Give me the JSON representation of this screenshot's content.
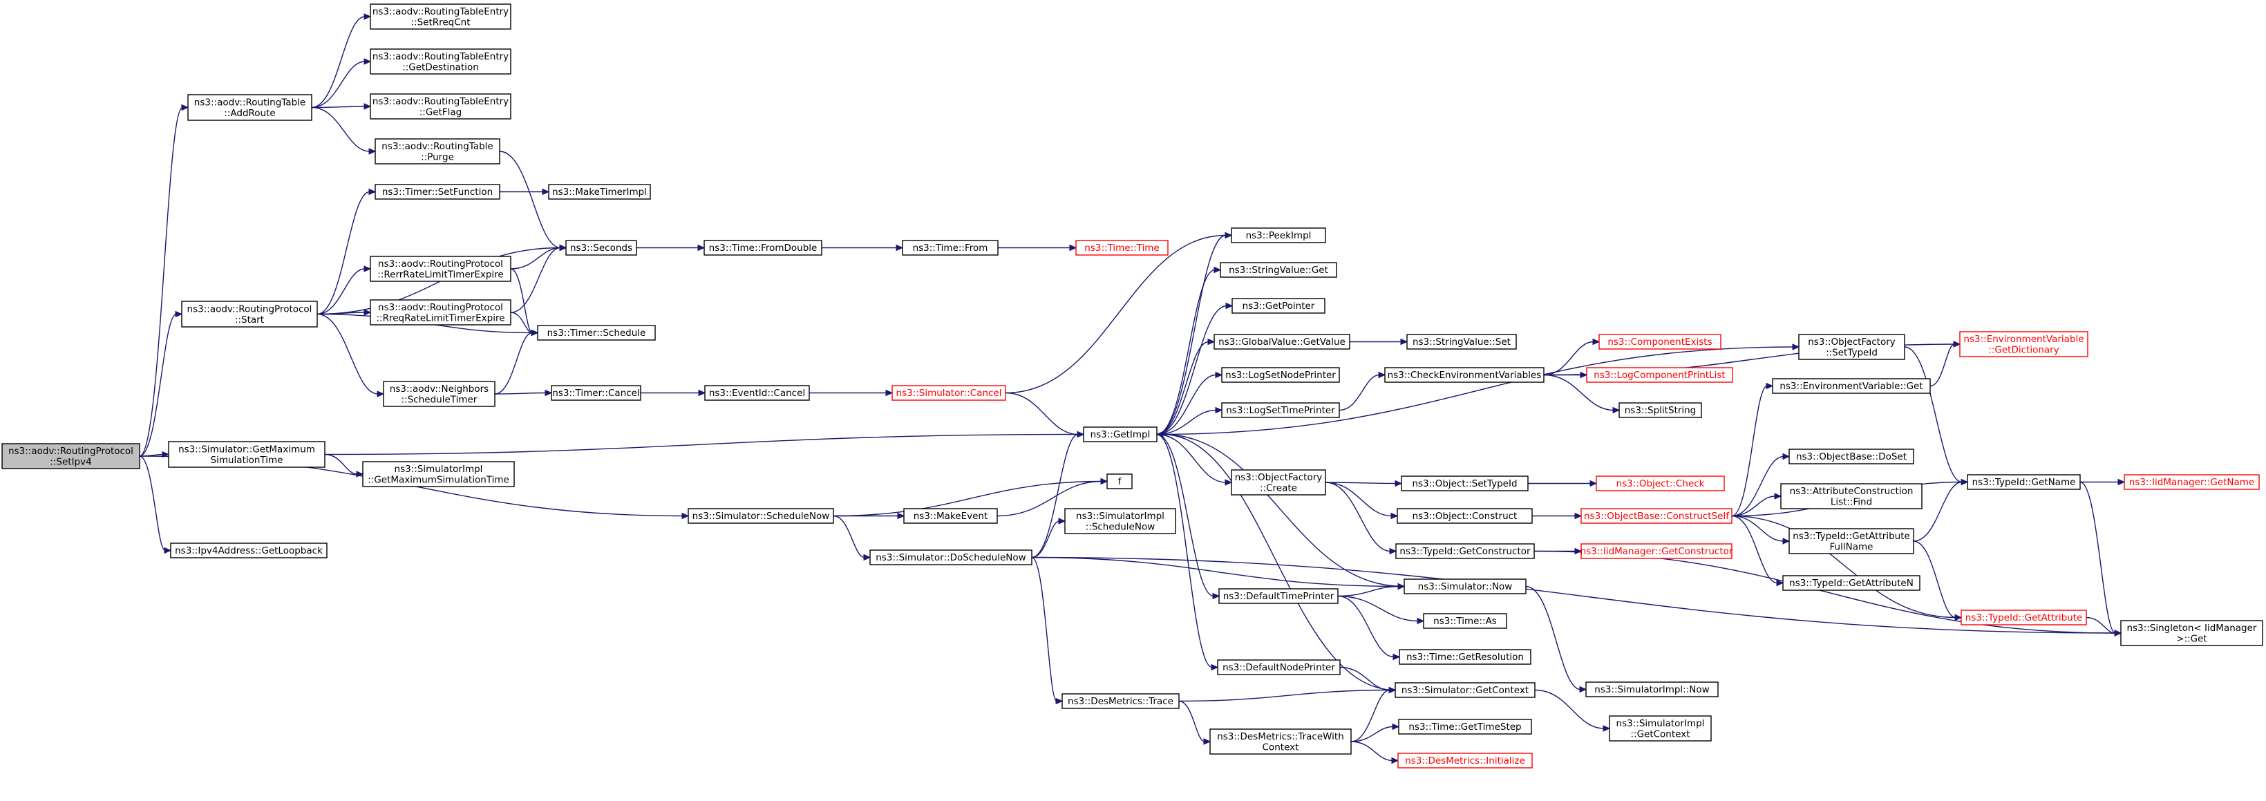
{
  "colors": {
    "edge": "#191970",
    "node_border": "#000000",
    "node_border_unresolved": "#ff0000",
    "root_fill": "#bfbfbf",
    "node_fill": "#ffffff"
  },
  "nodes": [
    {
      "id": "setipv4",
      "lines": [
        "ns3::aodv::RoutingProtocol",
        "::SetIpv4"
      ],
      "root": true
    },
    {
      "id": "addroute",
      "lines": [
        "ns3::aodv::RoutingTable",
        "::AddRoute"
      ]
    },
    {
      "id": "start",
      "lines": [
        "ns3::aodv::RoutingProtocol",
        "::Start"
      ]
    },
    {
      "id": "getmaxsim",
      "lines": [
        "ns3::Simulator::GetMaximum",
        "SimulationTime"
      ]
    },
    {
      "id": "schedulenow",
      "lines": [
        "ns3::Simulator::ScheduleNow"
      ]
    },
    {
      "id": "getloopback",
      "lines": [
        "ns3::Ipv4Address::GetLoopback"
      ]
    },
    {
      "id": "setreqcnt",
      "lines": [
        "ns3::aodv::RoutingTableEntry",
        "::SetRreqCnt"
      ]
    },
    {
      "id": "getdest",
      "lines": [
        "ns3::aodv::RoutingTableEntry",
        "::GetDestination"
      ]
    },
    {
      "id": "getflag",
      "lines": [
        "ns3::aodv::RoutingTableEntry",
        "::GetFlag"
      ]
    },
    {
      "id": "purge",
      "lines": [
        "ns3::aodv::RoutingTable",
        "::Purge"
      ]
    },
    {
      "id": "timersetfn",
      "lines": [
        "ns3::Timer::SetFunction"
      ]
    },
    {
      "id": "rerrexpire",
      "lines": [
        "ns3::aodv::RoutingProtocol",
        "::RerrRateLimitTimerExpire"
      ]
    },
    {
      "id": "rreqexpire",
      "lines": [
        "ns3::aodv::RoutingProtocol",
        "::RreqRateLimitTimerExpire"
      ]
    },
    {
      "id": "neighbors",
      "lines": [
        "ns3::aodv::Neighbors",
        "::ScheduleTimer"
      ]
    },
    {
      "id": "maketimerimpl",
      "lines": [
        "ns3::MakeTimerImpl"
      ]
    },
    {
      "id": "seconds",
      "lines": [
        "ns3::Seconds"
      ]
    },
    {
      "id": "timerschedule",
      "lines": [
        "ns3::Timer::Schedule"
      ]
    },
    {
      "id": "timercancel",
      "lines": [
        "ns3::Timer::Cancel"
      ]
    },
    {
      "id": "eventcancel",
      "lines": [
        "ns3::EventId::Cancel"
      ]
    },
    {
      "id": "simcancel",
      "lines": [
        "ns3::Simulator::Cancel"
      ],
      "red": true
    },
    {
      "id": "fromdouble",
      "lines": [
        "ns3::Time::FromDouble"
      ]
    },
    {
      "id": "timefrom",
      "lines": [
        "ns3::Time::From"
      ]
    },
    {
      "id": "timetime",
      "lines": [
        "ns3::Time::Time"
      ],
      "red": true
    },
    {
      "id": "simimplgetmax",
      "lines": [
        "ns3::SimulatorImpl",
        "::GetMaximumSimulationTime"
      ]
    },
    {
      "id": "getimpl",
      "lines": [
        "ns3::GetImpl"
      ]
    },
    {
      "id": "f",
      "lines": [
        "f"
      ]
    },
    {
      "id": "makeevent",
      "lines": [
        "ns3::MakeEvent"
      ]
    },
    {
      "id": "doschedulenow",
      "lines": [
        "ns3::Simulator::DoScheduleNow"
      ]
    },
    {
      "id": "simimplschednow",
      "lines": [
        "ns3::SimulatorImpl",
        "::ScheduleNow"
      ]
    },
    {
      "id": "desmetricstrace",
      "lines": [
        "ns3::DesMetrics::Trace"
      ]
    },
    {
      "id": "tracewithctx",
      "lines": [
        "ns3::DesMetrics::TraceWith",
        "Context"
      ]
    },
    {
      "id": "peekimpl",
      "lines": [
        "ns3::PeekImpl"
      ]
    },
    {
      "id": "stringvalueget",
      "lines": [
        "ns3::StringValue::Get"
      ]
    },
    {
      "id": "getpointer",
      "lines": [
        "ns3::GetPointer"
      ]
    },
    {
      "id": "globalvalueget",
      "lines": [
        "ns3::GlobalValue::GetValue"
      ]
    },
    {
      "id": "logsetnode",
      "lines": [
        "ns3::LogSetNodePrinter"
      ]
    },
    {
      "id": "logsettime",
      "lines": [
        "ns3::LogSetTimePrinter"
      ]
    },
    {
      "id": "objfactorycreate",
      "lines": [
        "ns3::ObjectFactory",
        "::Create"
      ]
    },
    {
      "id": "defaulttimeprinter",
      "lines": [
        "ns3::DefaultTimePrinter"
      ]
    },
    {
      "id": "defaultnodeprinter",
      "lines": [
        "ns3::DefaultNodePrinter"
      ]
    },
    {
      "id": "stringvalueset",
      "lines": [
        "ns3::StringValue::Set"
      ]
    },
    {
      "id": "checkenv",
      "lines": [
        "ns3::CheckEnvironmentVariables"
      ]
    },
    {
      "id": "componentexists",
      "lines": [
        "ns3::ComponentExists"
      ],
      "red": true
    },
    {
      "id": "logcomplist",
      "lines": [
        "ns3::LogComponentPrintList"
      ],
      "red": true
    },
    {
      "id": "splitstring",
      "lines": [
        "ns3::SplitString"
      ]
    },
    {
      "id": "objsettypeid",
      "lines": [
        "ns3::Object::SetTypeId"
      ]
    },
    {
      "id": "objcheck",
      "lines": [
        "ns3::Object::Check"
      ],
      "red": true
    },
    {
      "id": "objconstruct",
      "lines": [
        "ns3::Object::Construct"
      ]
    },
    {
      "id": "typeidgetctor",
      "lines": [
        "ns3::TypeId::GetConstructor"
      ]
    },
    {
      "id": "simnow",
      "lines": [
        "ns3::Simulator::Now"
      ]
    },
    {
      "id": "timeas",
      "lines": [
        "ns3::Time::As"
      ]
    },
    {
      "id": "timegetres",
      "lines": [
        "ns3::Time::GetResolution"
      ]
    },
    {
      "id": "simgetctx",
      "lines": [
        "ns3::Simulator::GetContext"
      ]
    },
    {
      "id": "timegetstep",
      "lines": [
        "ns3::Time::GetTimeStep"
      ]
    },
    {
      "id": "desinit",
      "lines": [
        "ns3::DesMetrics::Initialize"
      ],
      "red": true
    },
    {
      "id": "simimplnow",
      "lines": [
        "ns3::SimulatorImpl::Now"
      ]
    },
    {
      "id": "simimplgetctx",
      "lines": [
        "ns3::SimulatorImpl",
        "::GetContext"
      ]
    },
    {
      "id": "objfactsettypeid",
      "lines": [
        "ns3::ObjectFactory",
        "::SetTypeId"
      ]
    },
    {
      "id": "envget",
      "lines": [
        "ns3::EnvironmentVariable::Get"
      ]
    },
    {
      "id": "envgetdict",
      "lines": [
        "ns3::EnvironmentVariable",
        "::GetDictionary"
      ],
      "red": true
    },
    {
      "id": "objbasedoset",
      "lines": [
        "ns3::ObjectBase::DoSet"
      ]
    },
    {
      "id": "constructself",
      "lines": [
        "ns3::ObjectBase::ConstructSelf"
      ],
      "red": true
    },
    {
      "id": "attrconstructfind",
      "lines": [
        "ns3::AttributeConstruction",
        "List::Find"
      ]
    },
    {
      "id": "typeidgetattrfull",
      "lines": [
        "ns3::TypeId::GetAttribute",
        "FullName"
      ]
    },
    {
      "id": "typeidgetattrn",
      "lines": [
        "ns3::TypeId::GetAttributeN"
      ]
    },
    {
      "id": "typeidgetattr",
      "lines": [
        "ns3::TypeId::GetAttribute"
      ],
      "red": true
    },
    {
      "id": "iidmgrgetctor",
      "lines": [
        "ns3::IidManager::GetConstructor"
      ],
      "red": true
    },
    {
      "id": "typeidgetname",
      "lines": [
        "ns3::TypeId::GetName"
      ]
    },
    {
      "id": "iidmgrgetname",
      "lines": [
        "ns3::IidManager::GetName"
      ],
      "red": true
    },
    {
      "id": "singleton",
      "lines": [
        "ns3::Singleton< IidManager",
        ">::Get"
      ]
    }
  ],
  "edges": [
    [
      "setipv4",
      "addroute"
    ],
    [
      "setipv4",
      "start"
    ],
    [
      "setipv4",
      "getmaxsim"
    ],
    [
      "setipv4",
      "schedulenow"
    ],
    [
      "setipv4",
      "getloopback"
    ],
    [
      "addroute",
      "setreqcnt"
    ],
    [
      "addroute",
      "getdest"
    ],
    [
      "addroute",
      "getflag"
    ],
    [
      "addroute",
      "purge"
    ],
    [
      "purge",
      "seconds"
    ],
    [
      "start",
      "timersetfn"
    ],
    [
      "start",
      "seconds"
    ],
    [
      "start",
      "rerrexpire"
    ],
    [
      "start",
      "rreqexpire"
    ],
    [
      "start",
      "timerschedule"
    ],
    [
      "start",
      "neighbors"
    ],
    [
      "timersetfn",
      "maketimerimpl"
    ],
    [
      "rerrexpire",
      "seconds"
    ],
    [
      "rerrexpire",
      "timerschedule"
    ],
    [
      "rreqexpire",
      "seconds"
    ],
    [
      "rreqexpire",
      "timerschedule"
    ],
    [
      "neighbors",
      "timerschedule"
    ],
    [
      "neighbors",
      "timercancel"
    ],
    [
      "timercancel",
      "eventcancel"
    ],
    [
      "eventcancel",
      "simcancel"
    ],
    [
      "simcancel",
      "peekimpl"
    ],
    [
      "simcancel",
      "getimpl"
    ],
    [
      "seconds",
      "fromdouble"
    ],
    [
      "fromdouble",
      "timefrom"
    ],
    [
      "timefrom",
      "timetime"
    ],
    [
      "getmaxsim",
      "getimpl"
    ],
    [
      "getmaxsim",
      "simimplgetmax"
    ],
    [
      "schedulenow",
      "f"
    ],
    [
      "schedulenow",
      "makeevent"
    ],
    [
      "schedulenow",
      "doschedulenow"
    ],
    [
      "makeevent",
      "f"
    ],
    [
      "doschedulenow",
      "getimpl"
    ],
    [
      "doschedulenow",
      "simimplschednow"
    ],
    [
      "doschedulenow",
      "simnow"
    ],
    [
      "doschedulenow",
      "desmetricstrace"
    ],
    [
      "doschedulenow",
      "singleton"
    ],
    [
      "desmetricstrace",
      "simgetctx"
    ],
    [
      "desmetricstrace",
      "tracewithctx"
    ],
    [
      "tracewithctx",
      "simgetctx"
    ],
    [
      "tracewithctx",
      "timegetstep"
    ],
    [
      "tracewithctx",
      "desinit"
    ],
    [
      "getimpl",
      "peekimpl"
    ],
    [
      "getimpl",
      "stringvalueget"
    ],
    [
      "getimpl",
      "getpointer"
    ],
    [
      "getimpl",
      "globalvalueget"
    ],
    [
      "getimpl",
      "logsetnode"
    ],
    [
      "getimpl",
      "logsettime"
    ],
    [
      "getimpl",
      "objfactorycreate"
    ],
    [
      "getimpl",
      "defaulttimeprinter"
    ],
    [
      "getimpl",
      "defaultnodeprinter"
    ],
    [
      "getimpl",
      "objfactsettypeid"
    ],
    [
      "globalvalueget",
      "stringvalueset"
    ],
    [
      "logsettime",
      "checkenv"
    ],
    [
      "checkenv",
      "envgetdict"
    ],
    [
      "checkenv",
      "componentexists"
    ],
    [
      "checkenv",
      "logcomplist"
    ],
    [
      "checkenv",
      "splitstring"
    ],
    [
      "objfactorycreate",
      "objsettypeid"
    ],
    [
      "objfactorycreate",
      "objconstruct"
    ],
    [
      "objfactorycreate",
      "typeidgetctor"
    ],
    [
      "objsettypeid",
      "objcheck"
    ],
    [
      "objconstruct",
      "constructself"
    ],
    [
      "typeidgetctor",
      "iidmgrgetctor"
    ],
    [
      "typeidgetctor",
      "singleton"
    ],
    [
      "defaulttimeprinter",
      "simnow"
    ],
    [
      "defaulttimeprinter",
      "timeas"
    ],
    [
      "defaulttimeprinter",
      "timegetres"
    ],
    [
      "simnow",
      "getimpl"
    ],
    [
      "simnow",
      "simimplnow"
    ],
    [
      "defaultnodeprinter",
      "simgetctx"
    ],
    [
      "simgetctx",
      "getimpl"
    ],
    [
      "simgetctx",
      "simimplgetctx"
    ],
    [
      "objfactsettypeid",
      "typeidgetname"
    ],
    [
      "constructself",
      "envget"
    ],
    [
      "constructself",
      "typeidgetname"
    ],
    [
      "constructself",
      "objbasedoset"
    ],
    [
      "constructself",
      "attrconstructfind"
    ],
    [
      "constructself",
      "typeidgetattrfull"
    ],
    [
      "constructself",
      "typeidgetattrn"
    ],
    [
      "constructself",
      "typeidgetattr"
    ],
    [
      "envget",
      "envgetdict"
    ],
    [
      "typeidgetattrfull",
      "typeidgetname"
    ],
    [
      "typeidgetattrfull",
      "typeidgetattr"
    ],
    [
      "typeidgetattr",
      "singleton"
    ],
    [
      "typeidgetname",
      "iidmgrgetname"
    ],
    [
      "typeidgetname",
      "singleton"
    ]
  ]
}
